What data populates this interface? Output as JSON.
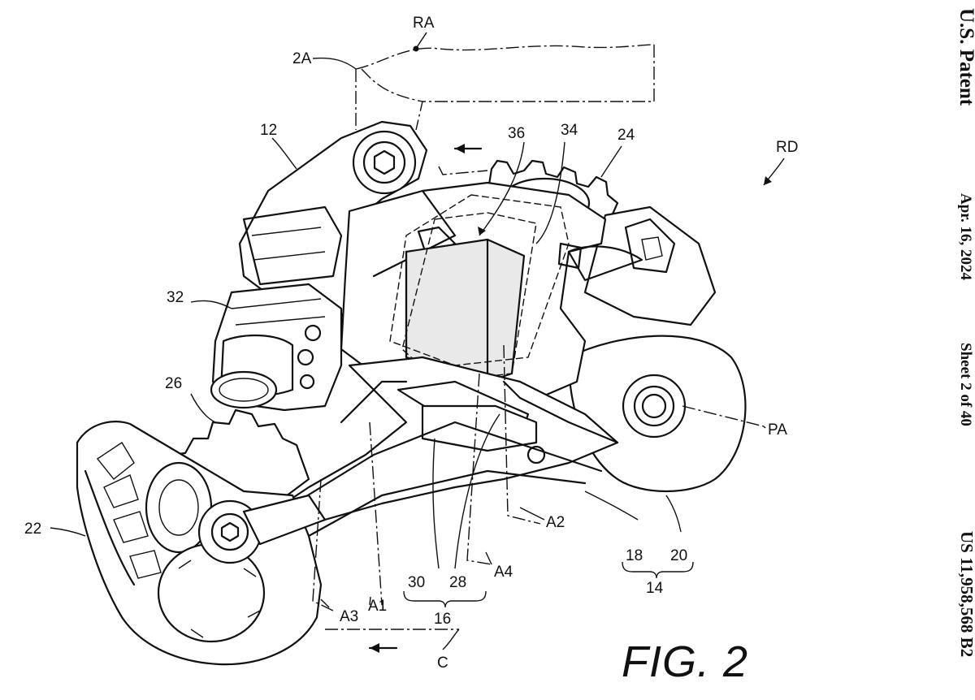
{
  "header": {
    "publisher": "U.S. Patent",
    "date": "Apr. 16, 2024",
    "sheet": "Sheet 2 of 40",
    "patent_number": "US 11,958,568 B2"
  },
  "figure": {
    "label": "FIG. 2"
  },
  "reference_labels": {
    "RA": "RA",
    "2A": "2A",
    "12": "12",
    "36": "36",
    "34": "34",
    "24": "24",
    "RD": "RD",
    "32": "32",
    "26": "26",
    "PA": "PA",
    "22": "22",
    "A2": "A2",
    "A4": "A4",
    "A1": "A1",
    "A3": "A3",
    "30": "30",
    "28": "28",
    "16": "16",
    "18": "18",
    "20": "20",
    "14": "14",
    "C": "C"
  }
}
